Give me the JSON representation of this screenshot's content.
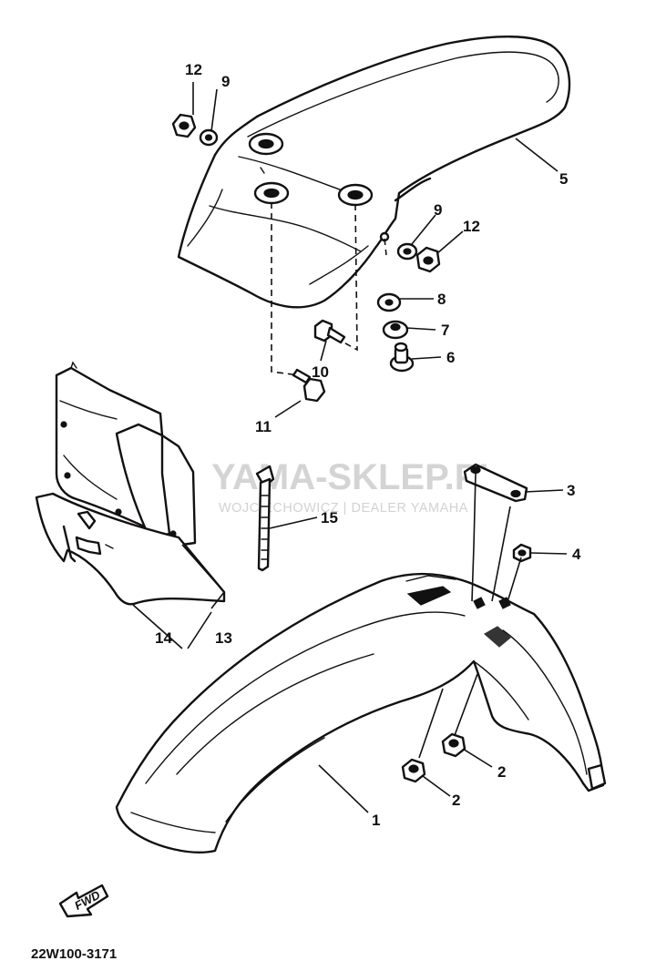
{
  "diagram_code": "22W100-3171",
  "direction_label": "FWD",
  "watermark": {
    "brand": "YAMA-SKLEP.PL",
    "subtitle": "WOJCIECHOWICZ | DEALER YAMAHA"
  },
  "callouts": [
    {
      "id": "c1",
      "text": "1"
    },
    {
      "id": "c2a",
      "text": "2"
    },
    {
      "id": "c2b",
      "text": "2"
    },
    {
      "id": "c3",
      "text": "3"
    },
    {
      "id": "c4",
      "text": "4"
    },
    {
      "id": "c5",
      "text": "5"
    },
    {
      "id": "c6",
      "text": "6"
    },
    {
      "id": "c7",
      "text": "7"
    },
    {
      "id": "c8",
      "text": "8"
    },
    {
      "id": "c9a",
      "text": "9"
    },
    {
      "id": "c9b",
      "text": "9"
    },
    {
      "id": "c10",
      "text": "10"
    },
    {
      "id": "c11",
      "text": "11"
    },
    {
      "id": "c12a",
      "text": "12"
    },
    {
      "id": "c12b",
      "text": "12"
    },
    {
      "id": "c13",
      "text": "13"
    },
    {
      "id": "c14",
      "text": "14"
    },
    {
      "id": "c15",
      "text": "15"
    }
  ]
}
